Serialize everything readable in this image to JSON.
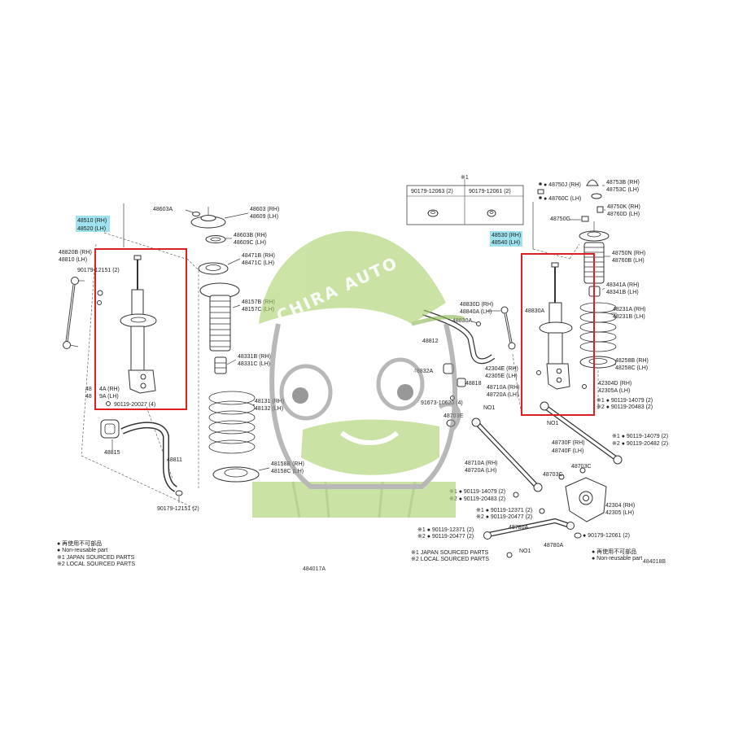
{
  "watermark": {
    "brand": "CHIRA AUTO"
  },
  "colors": {
    "highlight": "#9fe3f0",
    "frame": "#e02020",
    "watermark": "#a8d26a"
  },
  "front": {
    "figure_id": "484017A",
    "strut": {
      "rh": "48510 (RH)",
      "lh": "48520 (LH)"
    },
    "stabilizer_link": {
      "rh": "48820B (RH)",
      "lh": "48810 (LH)"
    },
    "link_nut": "90179-12151 (2)",
    "support_nut": "48603A",
    "support": {
      "rh": "48603 (RH)",
      "lh": "48609 (LH)"
    },
    "bearing": {
      "rh": "48603B (RH)",
      "lh": "48609C (LH)"
    },
    "upper_seat": {
      "rh": "48471B (RH)",
      "lh": "48471C (LH)"
    },
    "boot": {
      "rh": "48157B (RH)",
      "lh": "48157C (LH)"
    },
    "bumper": {
      "rh": "48331B (RH)",
      "lh": "48331C (LH)"
    },
    "spring": {
      "rh": "48131 (RH)",
      "lh": "48132 (LH)"
    },
    "lower_insulator": {
      "rh": "48158B (RH)",
      "lh": "48158C (LH)"
    },
    "bracket_label": {
      "rh_a": "48",
      "rh_b": "4A (RH)",
      "lh_a": "48",
      "lh_b": "9A (LH)"
    },
    "bolt": "90119-20027 (4)",
    "bushing": "48815",
    "stabilizer_bar": "48811",
    "bar_link_nut": "90179-12151 (2)",
    "legend": {
      "jp": "● 再使用不可部品",
      "en": "● Non-reusable part",
      "note1": "※1 JAPAN SOURCED PARTS",
      "note2": "※2 LOCAL SOURCED PARTS"
    }
  },
  "rear": {
    "figure_id": "484018B",
    "note_mark": "※1",
    "nut_box": {
      "left": "90179-12063 (2)",
      "right": "90179-12061 (2)"
    },
    "support_nut": {
      "rh": "● 48750J (RH)",
      "lh": "● 48760C (LH)"
    },
    "cap": {
      "rh": "48753B (RH)",
      "lh": "48753C (LH)"
    },
    "support_washer": {
      "rh": "48750K (RH)",
      "lh": "48760D (LH)"
    },
    "nut_g": "48750G",
    "strut": {
      "rh": "48530 (RH)",
      "lh": "48540 (LH)"
    },
    "support": {
      "rh": "48750N (RH)",
      "lh": "48760B (LH)"
    },
    "bumper": {
      "rh": "48341A (RH)",
      "lh": "48341B (LH)"
    },
    "stabilizer_link": {
      "rh": "48830D (RH)",
      "lh": "48840A (LH)"
    },
    "link_nut_a": "48830A",
    "link_nut_b": "48830A",
    "spring": {
      "rh": "48231A (RH)",
      "lh": "48231B (LH)"
    },
    "stabilizer_bar": "48812",
    "lower_seat": {
      "rh": "48258B (RH)",
      "lh": "48258C (LH)"
    },
    "bushing": "48832A",
    "bracket_e": {
      "rh": "42304E (RH)",
      "lh": "42305E (LH)"
    },
    "bracket": "48818",
    "arm_upper": {
      "rh": "48710A (RH)",
      "lh": "48720A (LH)"
    },
    "knuckle_d": {
      "rh": "42304D (RH)",
      "lh": "42305A (LH)"
    },
    "bracket_bolt": "91673-10620 (4)",
    "bolt_set_1": {
      "a": "※1 ● 90119-14079 (2)",
      "b": "※2 ● 90119-20483 (2)"
    },
    "tag_1": "NO1",
    "tag_2": "NO1",
    "tag_3": "NO1",
    "cam_e": "48703E",
    "arm_rear": {
      "rh": "48730F (RH)",
      "lh": "48740F (LH)"
    },
    "bolt_set_2": {
      "a": "※1 ● 90119-14079 (2)",
      "b": "※2 ● 90119-20482 (2)"
    },
    "arm_lower": {
      "rh": "48710A (RH)",
      "lh": "48720A (LH)"
    },
    "cam_c_1": "48703C",
    "cam_c_2": "48703C",
    "bolt_set_3": {
      "a": "※1 ● 90119-14079 (2)",
      "b": "※2 ● 90119-20483 (2)"
    },
    "knuckle": {
      "rh": "42304 (RH)",
      "lh": "42305 (LH)"
    },
    "bolt_set_4": {
      "a": "※1 ● 90119-12371 (2)",
      "b": "※2 ● 90119-20477 (2)"
    },
    "toe_arm_1": "48780A",
    "bolt_set_5": {
      "a": "※1 ● 90119-12371 (2)",
      "b": "※2 ● 90119-20477 (2)"
    },
    "nut_arm": "● 90179-12061 (2)",
    "toe_arm_2": "48780A",
    "notes": {
      "note1": "※1 JAPAN SOURCED PARTS",
      "note2": "※2 LOCAL SOURCED PARTS"
    },
    "legend": {
      "jp": "● 再使用不可部品",
      "en": "● Non-reusable part"
    }
  }
}
